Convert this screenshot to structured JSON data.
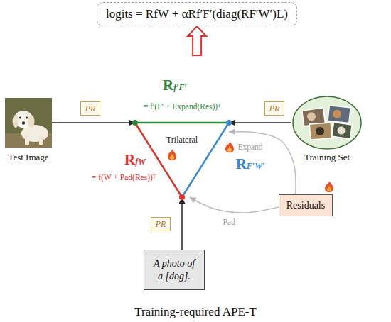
{
  "diagram": {
    "caption": "Training-required APE-T",
    "nodes": [
      {
        "text": [
          "logits = RfW + αRf′F′(diag(RF′W′)L)"
        ]
      },
      {
        "text": [
          "Test Image"
        ]
      },
      {
        "text": [
          "PR"
        ]
      },
      {
        "text": [
          "Trilateral"
        ]
      },
      {
        "text": [
          "PR"
        ]
      },
      {
        "text": [
          "Training Set"
        ]
      },
      {
        "text": [
          "Residuals"
        ]
      },
      {
        "text": [
          "PR"
        ]
      },
      {
        "text": [
          "A photo of a [dog]."
        ]
      }
    ],
    "edges": [
      {
        "from": 3,
        "to": 0,
        "arrow": "to"
      },
      {
        "from": 1,
        "to": 3,
        "arrow": "to"
      },
      {
        "from": 5,
        "to": 3,
        "arrow": "to"
      },
      {
        "from": 8,
        "to": 3,
        "arrow": "to"
      },
      {
        "from": 6,
        "to": 3,
        "arrow": "to",
        "label": "Expand"
      },
      {
        "from": 6,
        "to": 3,
        "arrow": "to",
        "label": "Pad"
      }
    ],
    "labels": [
      "Rf′F′",
      "= f′(F′ + Expand(Res))ᵀ",
      "RfW",
      "= f(W + Pad(Res))ᵀ",
      "RF′W′"
    ]
  }
}
